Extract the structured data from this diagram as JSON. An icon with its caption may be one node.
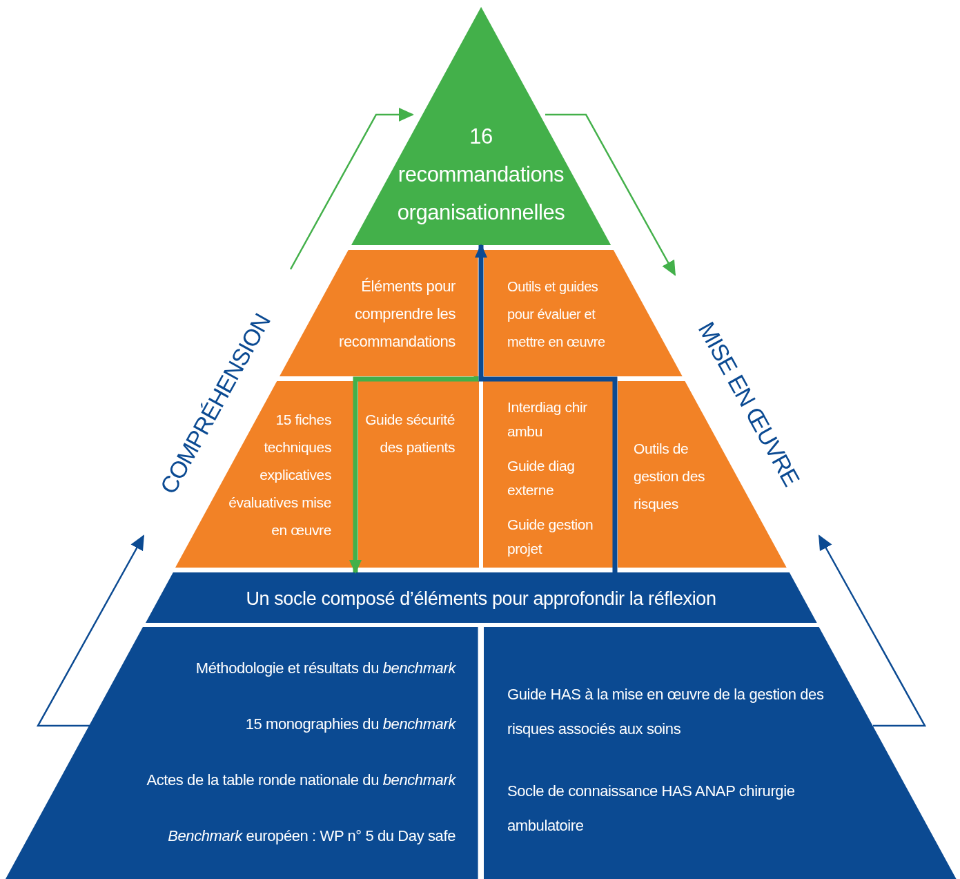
{
  "diagram": {
    "nodes": [
      {
        "text": [
          "16",
          "recommandations organisationnelles"
        ]
      },
      {
        "text": [
          "Éléments pour comprendre les recommandations"
        ]
      },
      {
        "text": [
          "Outils et guides pour évaluer et mettre en œuvre"
        ]
      },
      {
        "text": [
          "15 fiches techniques explicatives évaluatives mise en œuvre"
        ]
      },
      {
        "text": [
          "Guide sécurité des patients"
        ]
      },
      {
        "text": [
          "Interdiag chir ambu",
          "Guide diag externe",
          "Guide gestion projet"
        ]
      },
      {
        "text": [
          "Outils de gestion des risques"
        ]
      },
      {
        "text": [
          "Un socle composé d’éléments pour approfondir la réflexion"
        ]
      },
      {
        "text": [
          "Méthodologie et résultats du *benchmark*",
          "15 monographies du *benchmark*",
          "Actes de la table ronde nationale du *benchmark*",
          "*Benchmark* européen : WP n° 5 du Day safe"
        ]
      },
      {
        "text": [
          "Guide HAS à la mise en œuvre de la gestion des risques associés aux soins",
          "Socle de connaissance HAS ANAP chirurgie ambulatoire"
        ]
      }
    ],
    "edges": [
      {
        "from": 1,
        "to": 7,
        "arrow": "to",
        "color": "#43b04a"
      },
      {
        "from": 7,
        "to": 0,
        "arrow": "to",
        "color": "#0b4a92"
      }
    ],
    "labels": [
      "COMPRÉHENSION",
      "MISE EN ŒUVRE"
    ]
  }
}
